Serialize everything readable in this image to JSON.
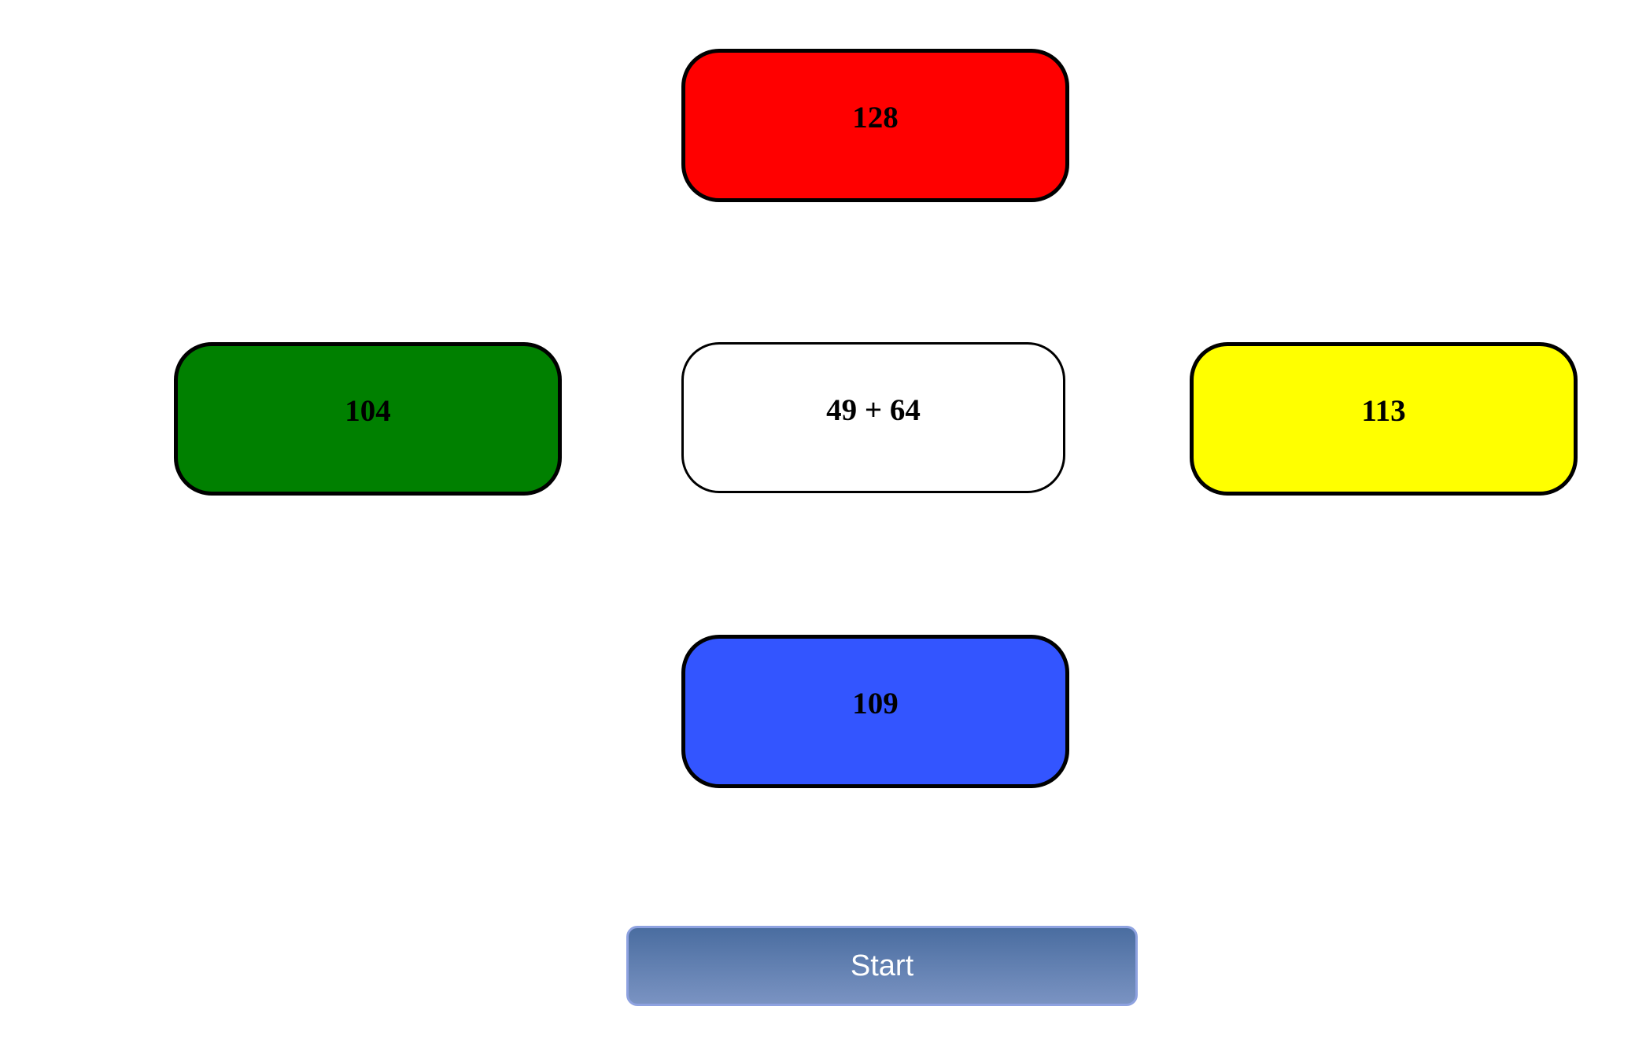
{
  "question": {
    "text": "49 + 64"
  },
  "answers": {
    "top": {
      "value": "128",
      "color": "#ff0000"
    },
    "left": {
      "value": "104",
      "color": "#008000"
    },
    "right": {
      "value": "113",
      "color": "#ffff00"
    },
    "bottom": {
      "value": "109",
      "color": "#3355ff"
    }
  },
  "controls": {
    "start_label": "Start"
  }
}
